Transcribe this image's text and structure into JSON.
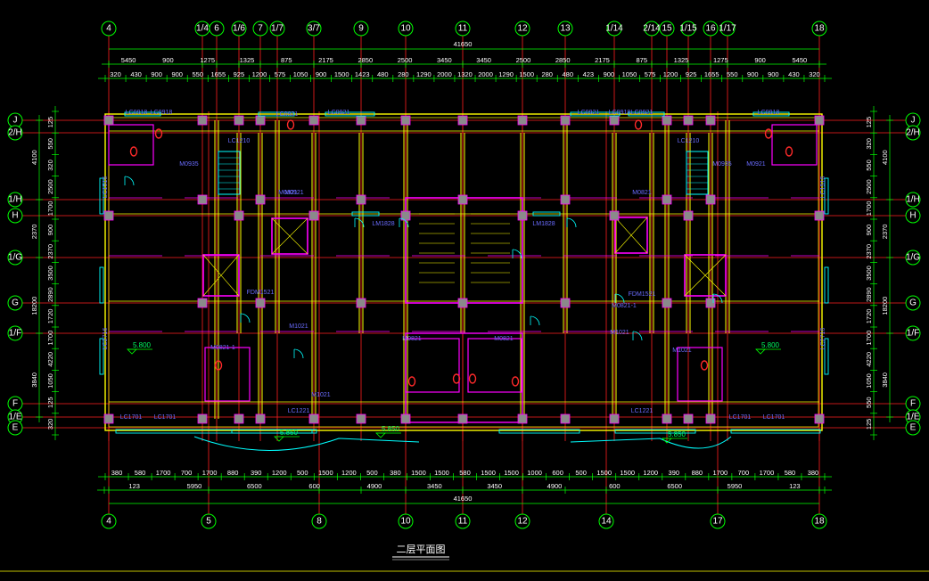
{
  "title": "二层平面图",
  "total_width": "41650",
  "total_depth": "18200",
  "axes_top": [
    "4",
    "1/4",
    "6",
    "1/6",
    "7",
    "1/7",
    "3/7",
    "9",
    "10",
    "11",
    "12",
    "13",
    "1/14",
    "2/14",
    "15",
    "1/15",
    "16",
    "1/17",
    "18"
  ],
  "axes_bottom": [
    "4",
    "5",
    "8",
    "10",
    "11",
    "12",
    "14",
    "17",
    "18"
  ],
  "axes_left": [
    "J",
    "2/H",
    "1/H",
    "H",
    "1/G",
    "G",
    "1/F",
    "F",
    "1/E",
    "E"
  ],
  "axes_right": [
    "J",
    "2/H",
    "1/H",
    "H",
    "1/G",
    "G",
    "1/F",
    "F",
    "1/E",
    "E"
  ],
  "dims_top_row1": [
    "5450",
    "900",
    "1275",
    "1325",
    "875",
    "2175",
    "2850",
    "2500",
    "3450",
    "3450",
    "2500",
    "2850",
    "2175",
    "875",
    "1325",
    "1275",
    "900",
    "5450"
  ],
  "dims_top_row2": [
    "320",
    "430",
    "900",
    "900",
    "550",
    "1655",
    "925",
    "1200",
    "575",
    "1050",
    "900",
    "1500",
    "1423",
    "480",
    "280",
    "1290",
    "2000",
    "1320",
    "2000",
    "1290",
    "1500",
    "280",
    "480",
    "423",
    "900",
    "1050",
    "575",
    "1200",
    "925",
    "1655",
    "550",
    "900",
    "900",
    "430",
    "320"
  ],
  "dims_bottom_row1": [
    "380",
    "580",
    "1700",
    "700",
    "1700",
    "880",
    "390",
    "1200",
    "500",
    "1500",
    "1200",
    "500",
    "380",
    "1500",
    "1500",
    "580",
    "1500",
    "1500",
    "1000",
    "600",
    "500",
    "1500",
    "1500",
    "1200",
    "390",
    "880",
    "1700",
    "700",
    "1700",
    "580",
    "380"
  ],
  "dims_bottom_row2": [
    "123",
    "5950",
    "6500",
    "600",
    "4900",
    "3450",
    "3450",
    "4900",
    "600",
    "6500",
    "5950",
    "123"
  ],
  "dims_left": [
    "125",
    "550",
    "320",
    "2500",
    "1700",
    "900",
    "2370",
    "3500",
    "2890",
    "1720",
    "1700",
    "4220",
    "1050",
    "125",
    "320"
  ],
  "dims_left_outer": [
    "4100",
    "2370",
    "18200",
    "3840"
  ],
  "dims_right": [
    "125",
    "320",
    "550",
    "2500",
    "1700",
    "900",
    "2370",
    "3500",
    "2890",
    "1720",
    "1700",
    "4220",
    "1050",
    "550",
    "125"
  ],
  "dims_right_outer": [
    "4100",
    "2370",
    "18200",
    "3840"
  ],
  "levels": [
    "5.800",
    "5.800",
    "5.850",
    "5.850",
    "5.850"
  ],
  "room_labels": [
    "LC0918",
    "LC0918",
    "LC0918",
    "LC0918",
    "LC1210",
    "LC1210",
    "LC0921",
    "LC0921",
    "LC0921",
    "LC0921",
    "M0821",
    "M0821",
    "M0821",
    "M0821",
    "M0921",
    "M0921",
    "M0821-1",
    "M0821-1",
    "M1021",
    "M1021",
    "M1021",
    "M1021",
    "LM1828",
    "LM1828",
    "FDM1521",
    "FDM1521",
    "LC1701",
    "LC1701",
    "LC1701",
    "LC1701",
    "LC1221",
    "LC1221",
    "LC1516",
    "LC1516",
    "LC2716",
    "LC2716",
    "M0935",
    "M0935"
  ],
  "colors": {
    "background": "#000000",
    "axis_line": "#ff2020",
    "axis_bubble": "#00ff00",
    "dimension": "#00ff00",
    "wall_yellow": "#ffff00",
    "wall_magenta": "#ff00ff",
    "window_cyan": "#00ffff",
    "column_grey": "#8a8a8a",
    "label_blue": "#6a6cff",
    "title_white": "#ffffff"
  }
}
